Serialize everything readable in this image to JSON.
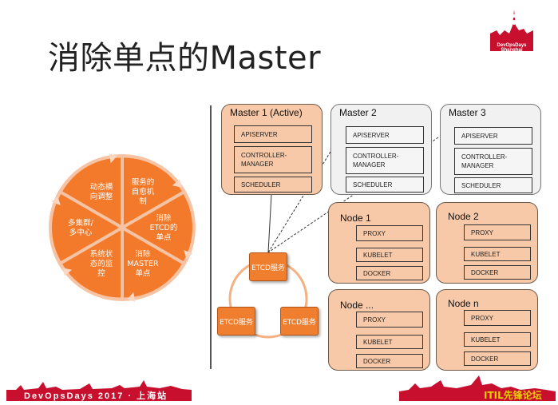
{
  "title": "消除单点的Master",
  "logo": {
    "text": "DevOpsDays Shanghai"
  },
  "cycle": {
    "segments": [
      {
        "label": "服务的\n自愈机\n制"
      },
      {
        "label": "消除\nETCD的\n单点"
      },
      {
        "label": "消除\nMASTER\n单点"
      },
      {
        "label": "系统状\n态的监\n控"
      },
      {
        "label": "多集群/\n多中心"
      },
      {
        "label": "动态横\n向调整"
      }
    ],
    "colors": {
      "fill": "#f27a2a",
      "ring": "#f6c3a4"
    }
  },
  "masters": [
    {
      "title": "Master 1 (Active)",
      "components": [
        "APISERVER",
        "CONTROLLER-\nMANAGER",
        "SCHEDULER"
      ],
      "style": "orange"
    },
    {
      "title": "Master 2",
      "components": [
        "APISERVER",
        "CONTROLLER-\nMANAGER",
        "SCHEDULER"
      ],
      "style": "gray"
    },
    {
      "title": "Master 3",
      "components": [
        "APISERVER",
        "CONTROLLER-\nMANAGER",
        "SCHEDULER"
      ],
      "style": "gray"
    }
  ],
  "nodes": [
    {
      "title": "Node 1",
      "components": [
        "PROXY",
        "KUBELET",
        "DOCKER"
      ]
    },
    {
      "title": "Node 2",
      "components": [
        "PROXY",
        "KUBELET",
        "DOCKER"
      ]
    },
    {
      "title": "Node ...",
      "components": [
        "PROXY",
        "KUBELET",
        "DOCKER"
      ]
    },
    {
      "title": "Node n",
      "components": [
        "PROXY",
        "KUBELET",
        "DOCKER"
      ]
    }
  ],
  "etcd": [
    "ETCD服务",
    "ETCD服务",
    "ETCD服务"
  ],
  "footer": {
    "text": "DevOpsDays 2017 · 上海站",
    "watermark": "ITIL先锋论坛"
  },
  "colors": {
    "orange": "#f7c9a8",
    "gray": "#f1f1f1",
    "etcd": "#ef7e2e",
    "footer_red": "#c8102e",
    "watermark": "#e8d000"
  }
}
